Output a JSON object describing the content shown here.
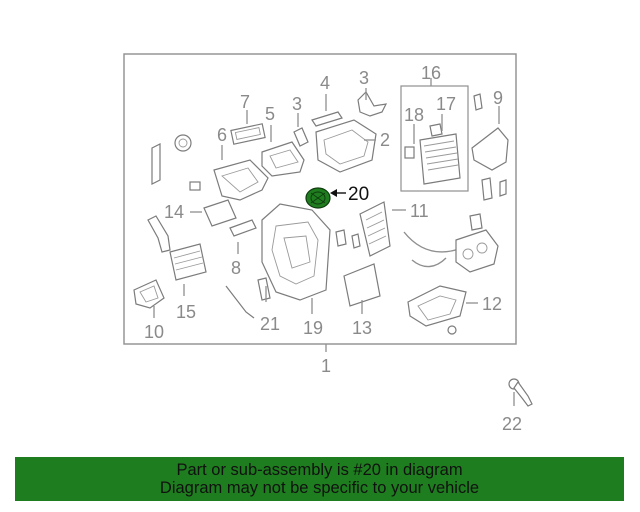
{
  "diagram": {
    "assembly_label": "1",
    "highlighted_part_label": "20",
    "group_label_16": "16",
    "part_labels": {
      "p2": "2",
      "p3a": "3",
      "p3b": "3",
      "p4": "4",
      "p5": "5",
      "p6": "6",
      "p7": "7",
      "p8": "8",
      "p9": "9",
      "p10": "10",
      "p11": "11",
      "p12": "12",
      "p13": "13",
      "p14": "14",
      "p15": "15",
      "p17": "17",
      "p18": "18",
      "p19": "19",
      "p21": "21",
      "p22": "22"
    }
  },
  "banner": {
    "line1": "Part or sub-assembly is #20 in diagram",
    "line2": "Diagram may not be specific to your vehicle",
    "background_color": "#1e7d1e"
  },
  "highlight_color": "#1f7d1f"
}
